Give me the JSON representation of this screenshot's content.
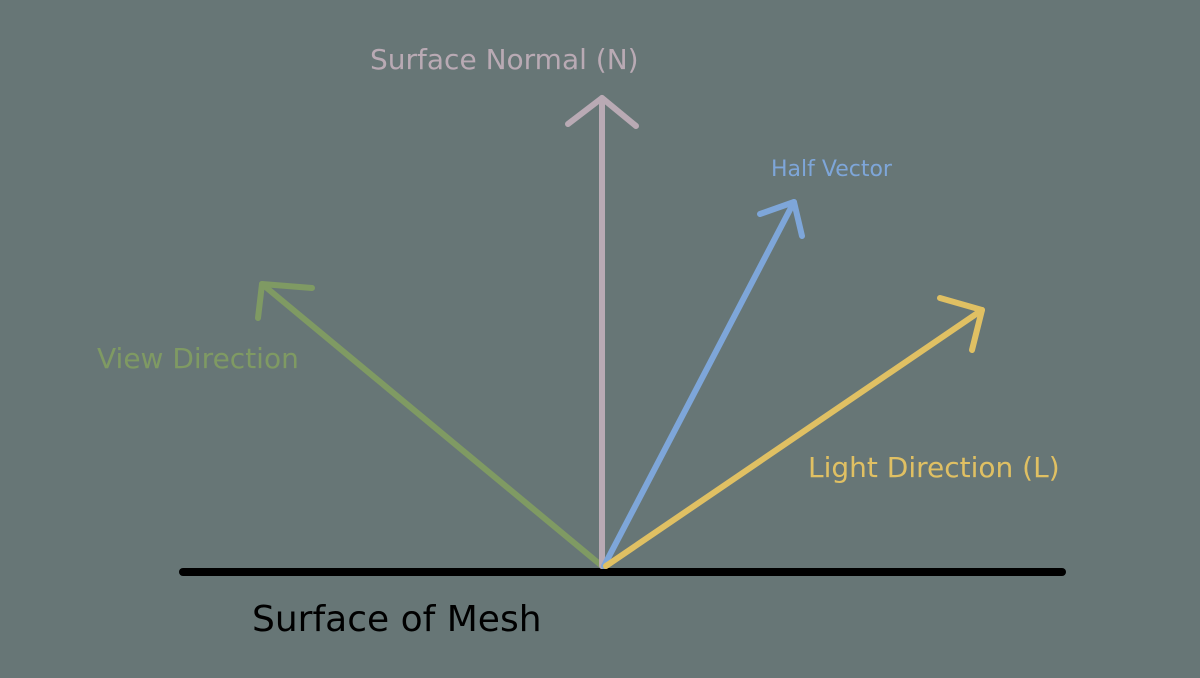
{
  "labels": {
    "surface_normal": "Surface Normal (N)",
    "half_vector": "Half Vector",
    "view_direction": "View Direction",
    "light_direction": "Light Direction (L)",
    "surface_of_mesh": "Surface of Mesh"
  },
  "colors": {
    "background": "#677676",
    "surface_normal": "#b9aab4",
    "half_vector": "#7ea6d9",
    "view_direction": "#7f9a63",
    "light_direction": "#e0c063",
    "surface": "#000000"
  }
}
